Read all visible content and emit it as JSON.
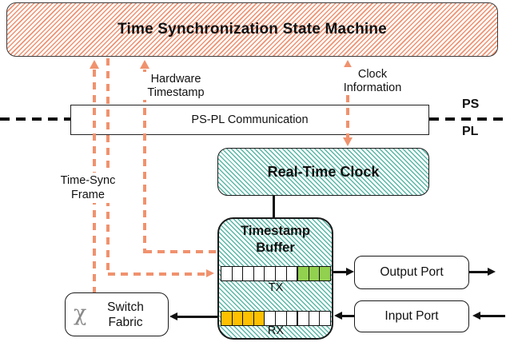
{
  "diagram": {
    "state_machine": {
      "title": "Time Synchronization State Machine"
    },
    "pspl": {
      "label": "PS-PL Communication",
      "ps": "PS",
      "pl": "PL"
    },
    "rtc": {
      "title": "Real-Time Clock"
    },
    "buffer": {
      "title_line1": "Timestamp",
      "title_line2": "Buffer",
      "tx": "TX",
      "rx": "RX"
    },
    "buffers": {
      "tx_cells": [
        "empty",
        "empty",
        "empty",
        "empty",
        "empty",
        "empty",
        "empty",
        "filled-green",
        "filled-green",
        "filled-green"
      ],
      "rx_cells": [
        "filled-yellow",
        "filled-yellow",
        "filled-yellow",
        "filled-yellow",
        "empty",
        "empty",
        "empty",
        "empty",
        "empty",
        "empty"
      ]
    },
    "switch_fabric": {
      "icon": "χ",
      "line1": "Switch",
      "line2": "Fabric"
    },
    "ports": {
      "output": "Output Port",
      "input": "Input Port"
    },
    "annotations": {
      "hardware_timestamp": {
        "line1": "Hardware",
        "line2": "Timestamp"
      },
      "clock_information": {
        "line1": "Clock",
        "line2": "Information"
      },
      "time_sync_frame": {
        "line1": "Time-Sync",
        "line2": "Frame"
      }
    },
    "colors": {
      "orange": "#F0926E",
      "salmon_hatch": "#EE9272",
      "teal_hatch": "#58B7A6",
      "green_cell": "#92D050",
      "yellow_cell": "#FFC000"
    }
  }
}
